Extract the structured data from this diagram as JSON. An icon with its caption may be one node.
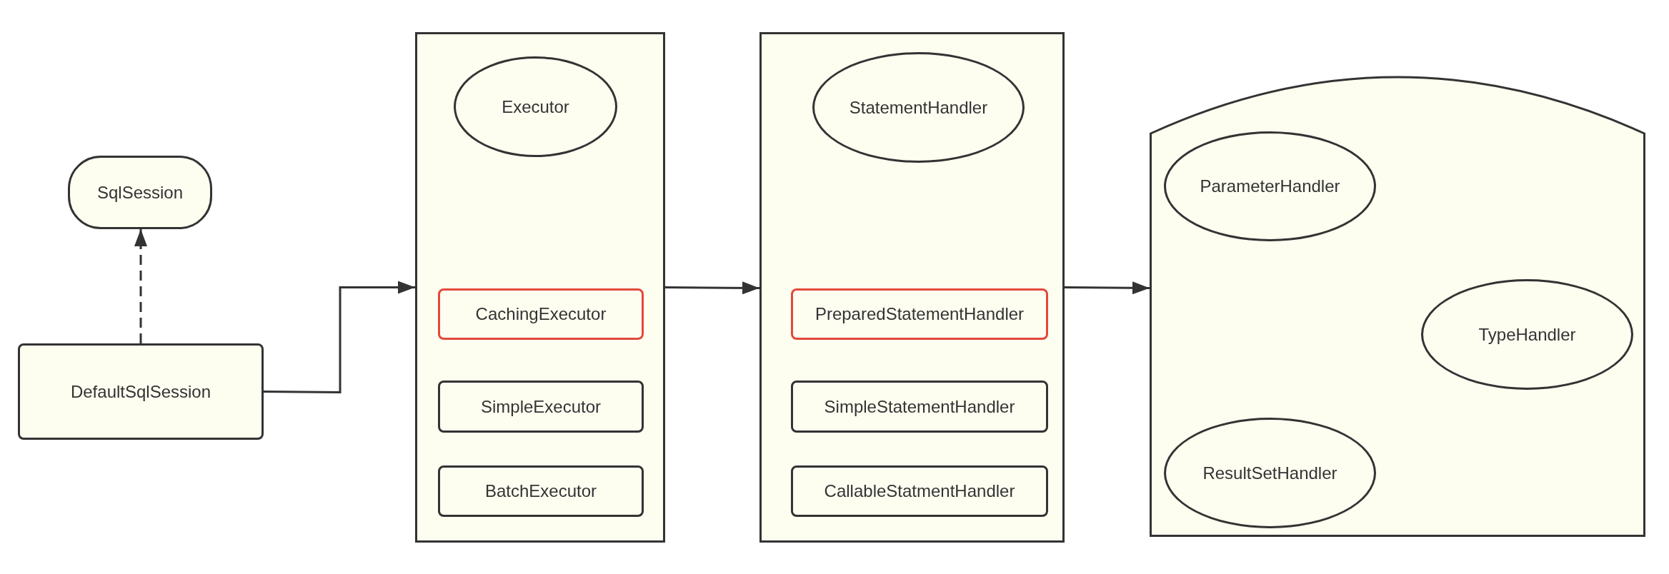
{
  "diagram": {
    "nodes": [
      {
        "text": [
          "SqlSession"
        ]
      },
      {
        "text": [
          "DefaultSqlSession"
        ]
      },
      {
        "text": [],
        "shape": "box"
      },
      {
        "text": [
          "Executor"
        ],
        "in": 2
      },
      {
        "text": [
          "CachingExecutor"
        ],
        "in": 2
      },
      {
        "text": [
          "SimpleExecutor"
        ],
        "in": 2
      },
      {
        "text": [
          "BatchExecutor"
        ],
        "in": 2
      },
      {
        "text": [],
        "shape": "box"
      },
      {
        "text": [
          "StatementHandler"
        ],
        "in": 7
      },
      {
        "text": [
          "PreparedStatementHandler"
        ],
        "in": 7
      },
      {
        "text": [
          "SimpleStatementHandler"
        ],
        "in": 7
      },
      {
        "text": [
          "CallableStatmentHandler"
        ],
        "in": 7
      },
      {
        "text": [],
        "shape": "arch"
      },
      {
        "text": [
          "ParameterHandler"
        ],
        "in": 12
      },
      {
        "text": [
          "TypeHandler"
        ],
        "in": 12
      },
      {
        "text": [
          "ResultSetHandler"
        ],
        "in": 12
      }
    ],
    "edges": [
      {
        "from": 1,
        "to": 0,
        "arrow": "to",
        "style": "dashed"
      },
      {
        "from": 1,
        "to": 2,
        "arrow": "to"
      },
      {
        "from": 2,
        "to": 7,
        "arrow": "to"
      },
      {
        "from": 7,
        "to": 12,
        "arrow": "to"
      }
    ]
  }
}
